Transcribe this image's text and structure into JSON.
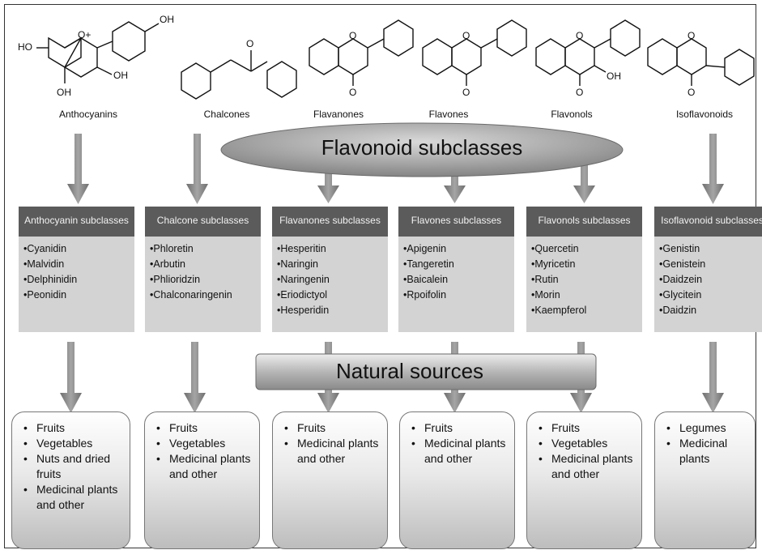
{
  "structures": [
    {
      "name": "Anthocyanins",
      "substituent_labels": [
        "OH",
        "HO",
        "O+",
        "OH",
        "OH"
      ]
    },
    {
      "name": "Chalcones",
      "substituent_labels": [
        "O"
      ]
    },
    {
      "name": "Flavanones",
      "substituent_labels": [
        "O",
        "O"
      ]
    },
    {
      "name": "Flavones",
      "substituent_labels": [
        "O",
        "O"
      ]
    },
    {
      "name": "Flavonols",
      "substituent_labels": [
        "O",
        "O",
        "OH"
      ]
    },
    {
      "name": "Isoflavonoids",
      "substituent_labels": [
        "O",
        "O"
      ]
    }
  ],
  "banner_top": "Flavonoid subclasses",
  "banner_middle": "Natural sources",
  "subclasses": [
    {
      "title": "Anthocyanin subclasses",
      "items": [
        "Cyanidin",
        "Malvidin",
        "Delphinidin",
        "Peonidin"
      ]
    },
    {
      "title": "Chalcone subclasses",
      "items": [
        "Phloretin",
        "Arbutin",
        "Phlioridzin",
        "Chalconaringenin"
      ]
    },
    {
      "title": "Flavanones subclasses",
      "items": [
        "Hesperitin",
        "Naringin",
        "Naringenin",
        "Eriodictyol",
        "Hesperidin"
      ]
    },
    {
      "title": "Flavones subclasses",
      "items": [
        "Apigenin",
        "Tangeretin",
        "Baicalein",
        "Rpoifolin"
      ]
    },
    {
      "title": "Flavonols subclasses",
      "items": [
        "Quercetin",
        "Myricetin",
        "Rutin",
        "Morin",
        "Kaempferol"
      ]
    },
    {
      "title": "Isoflavonoid subclasses",
      "items": [
        "Genistin",
        "Genistein",
        "Daidzein",
        "Glycitein",
        "Daidzin"
      ]
    }
  ],
  "sources": [
    {
      "items": [
        "Fruits",
        "Vegetables",
        "Nuts and dried fruits",
        "Medicinal plants and other"
      ]
    },
    {
      "items": [
        "Fruits",
        "Vegetables",
        "Medicinal plants and other"
      ]
    },
    {
      "items": [
        "Fruits",
        "Medicinal plants and other"
      ]
    },
    {
      "items": [
        "Fruits",
        "Medicinal plants and other"
      ]
    },
    {
      "items": [
        "Fruits",
        "Vegetables",
        "Medicinal plants and other"
      ]
    },
    {
      "items": [
        "Legumes",
        "Medicinal plants"
      ]
    }
  ],
  "colors": {
    "header": "#5b5b5b",
    "box": "#d3d3d3",
    "arrow": "#8a8a8a",
    "banner": "#a9a9a9"
  }
}
